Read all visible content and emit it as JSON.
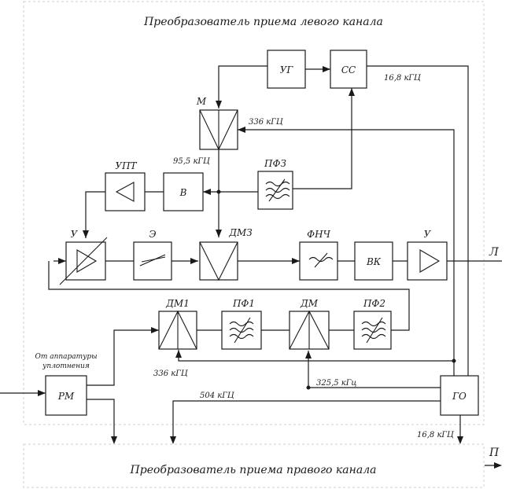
{
  "diagram": {
    "title_left": "Преобразователь приема  левого канала",
    "title_right": "Преобразователь приема правого канала",
    "blocks": {
      "ug": "УГ",
      "ss": "СС",
      "m": "М",
      "upt": "УПТ",
      "v": "В",
      "pfz": "ПФЗ",
      "u_in": "У",
      "e": "Э",
      "dmz": "ДМЗ",
      "fnch": "ФНЧ",
      "vk": "ВК",
      "u_out": "У",
      "dm1": "ДМ1",
      "pf1": "ПФ1",
      "dm": "ДМ",
      "pf2": "ПФ2",
      "rm": "РМ",
      "go": "ГО"
    },
    "labels": {
      "f_168_top": "16,8 кГЦ",
      "f_336_top": "336 кГЦ",
      "f_955": "95,5 кГЦ",
      "f_336_bottom": "336 кГЦ",
      "f_3255": "325,5 кГц",
      "f_504": "504 кГЦ",
      "f_168_bottom": "16,8 кГЦ",
      "from_line1": "От аппаратуры",
      "from_line2": "уплотнения",
      "out_l": "Л",
      "out_p": "П"
    }
  }
}
